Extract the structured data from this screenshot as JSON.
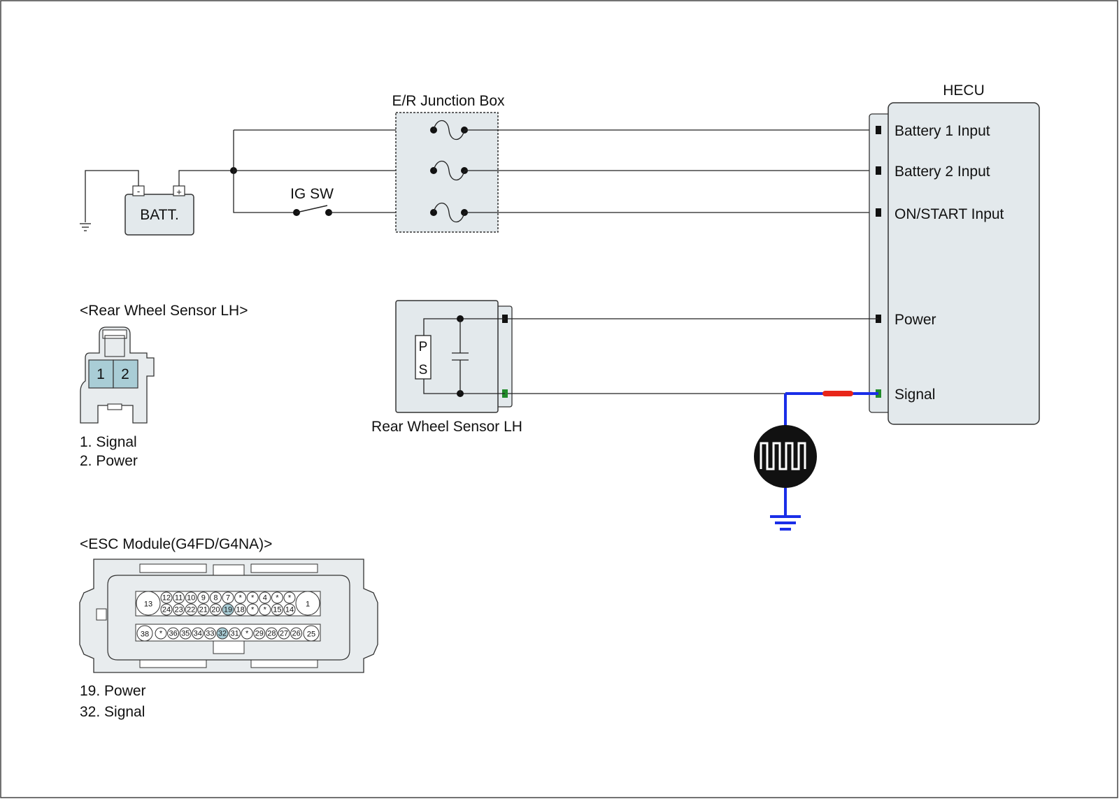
{
  "colors": {
    "signal_text": "#218a2a",
    "pin_highlight": "#a9cdd6",
    "box_fill": "#e3e9ec",
    "waveform_wire": "#1a2ee8",
    "waveform_probe": "#e8261a",
    "connector_fill": "#e8ecee"
  },
  "labels": {
    "junction_box": "E/R Junction Box",
    "ig_switch": "IG SW",
    "battery": "BATT.",
    "battery_minus": "-",
    "battery_plus": "+",
    "hecu_title": "HECU",
    "sensor_name": "Rear Wheel Sensor LH",
    "sensor_p": "P",
    "sensor_s": "S"
  },
  "hecu_pins": {
    "battery1": "Battery 1 Input",
    "battery2": "Battery 2 Input",
    "on_start": "ON/START Input",
    "power": "Power",
    "signal": "Signal"
  },
  "rear_connector": {
    "title": "<Rear Wheel Sensor LH>",
    "pin1": "1",
    "pin2": "2",
    "legend": [
      "1. Signal",
      "2. Power"
    ]
  },
  "esc_connector": {
    "title": "<ESC Module(G4FD/G4NA)>",
    "big_pins": [
      "13",
      "1",
      "38",
      "25"
    ],
    "row1": [
      "12",
      "11",
      "10",
      "9",
      "8",
      "7",
      "*",
      "*",
      "4",
      "*",
      "*"
    ],
    "row2": [
      "24",
      "23",
      "22",
      "21",
      "20",
      "19",
      "18",
      "*",
      "*",
      "15",
      "14"
    ],
    "row3": [
      "*",
      "36",
      "35",
      "34",
      "33",
      "32",
      "31",
      "*",
      "29",
      "28",
      "27",
      "26"
    ],
    "highlighted": [
      "19",
      "32"
    ],
    "legend": [
      "19. Power",
      "32. Signal"
    ]
  },
  "icons": [
    "ground-icon",
    "fuse-icon",
    "switch-icon",
    "capacitor-icon",
    "waveform-icon"
  ]
}
